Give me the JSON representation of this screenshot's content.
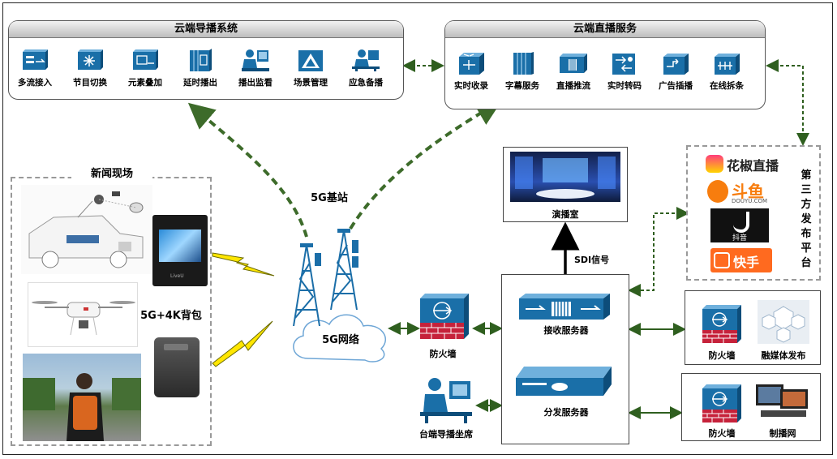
{
  "director_system": {
    "title": "云端导播系统",
    "items": [
      {
        "label": "多流接入",
        "icon": "server-rack-icon"
      },
      {
        "label": "节目切换",
        "icon": "switch-hub-icon"
      },
      {
        "label": "元素叠加",
        "icon": "overlay-module-icon"
      },
      {
        "label": "延时播出",
        "icon": "delay-rack-icon"
      },
      {
        "label": "播出监看",
        "icon": "operator-monitor-icon"
      },
      {
        "label": "场景管理",
        "icon": "scene-triangle-icon"
      },
      {
        "label": "应急备播",
        "icon": "backup-workstation-icon"
      }
    ]
  },
  "live_service": {
    "title": "云端直播服务",
    "items": [
      {
        "label": "实时收录",
        "icon": "router-cube-icon"
      },
      {
        "label": "字幕服务",
        "icon": "rack-columns-icon"
      },
      {
        "label": "直播推流",
        "icon": "stream-push-icon"
      },
      {
        "label": "实时转码",
        "icon": "transcode-switch-icon"
      },
      {
        "label": "广告插播",
        "icon": "ad-insert-icon"
      },
      {
        "label": "在线拆条",
        "icon": "clip-split-icon"
      }
    ]
  },
  "news_scene": {
    "title": "新闻现场",
    "backpack_label": "5G+4K背包"
  },
  "network": {
    "base_station": "5G基站",
    "cloud_label": "5G网络"
  },
  "studio": {
    "label": "演播室"
  },
  "sdi": {
    "label": "SDI信号"
  },
  "third_party": {
    "title_chars": [
      "第",
      "三",
      "方",
      "发",
      "布",
      "平",
      "台"
    ],
    "platforms": [
      {
        "name": "花椒直播",
        "color": "#e0262f"
      },
      {
        "name": "斗鱼",
        "sub": "DOUYU.COM",
        "color": "#f77d0e"
      },
      {
        "name": "抖音",
        "color": "#111111"
      },
      {
        "name": "快手",
        "color": "#ff6a1f"
      }
    ]
  },
  "nodes": {
    "firewall_main": "防火墙",
    "receive_server": "接收服务器",
    "distribute_server": "分发服务器",
    "director_seat": "台端导播坐席",
    "firewall_media": "防火墙",
    "media_publish": "融媒体发布",
    "firewall_broadcast": "防火墙",
    "broadcast_net": "制播网"
  },
  "colors": {
    "cisco_blue": "#1a6fa8",
    "dashed_green": "#3d6b2a",
    "arrow_green": "#2f5f1f",
    "tower_blue": "#1b6ea8",
    "lightning": "#ffe600"
  }
}
